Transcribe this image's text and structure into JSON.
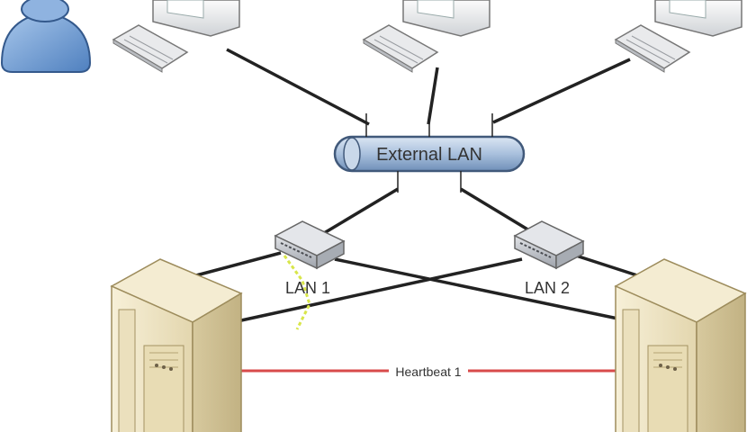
{
  "labels": {
    "external_lan": "External LAN",
    "lan1": "LAN 1",
    "lan2": "LAN 2",
    "heartbeat": "Heartbeat 1"
  },
  "colors": {
    "cable": "#222222",
    "heartbeat_line": "#d84a4a",
    "highlight_cable": "#d8e64a",
    "bus_fill": "#a9c0dd",
    "bus_stroke": "#41597a",
    "user_fill": "#6d9bd0",
    "server_fill": "#efe6c8",
    "switch_fill": "#b8bcc4"
  },
  "icons": [
    "user-icon",
    "workstation-icon",
    "switch-icon",
    "server-icon"
  ]
}
